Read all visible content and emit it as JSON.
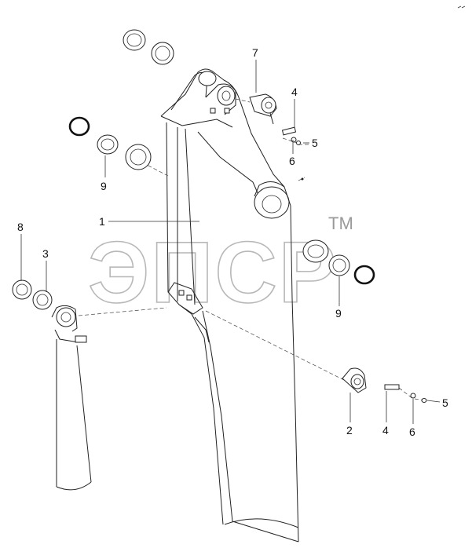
{
  "watermark": {
    "text": "ЭПСР",
    "trademark": "TM"
  },
  "labels": [
    {
      "id": "label-7-top",
      "text": "7"
    },
    {
      "id": "label-4-top",
      "text": "4"
    },
    {
      "id": "label-5-top",
      "text": "5"
    },
    {
      "id": "label-6-top",
      "text": "6"
    },
    {
      "id": "label-9-left",
      "text": "9"
    },
    {
      "id": "label-1",
      "text": "1"
    },
    {
      "id": "label-8",
      "text": "8"
    },
    {
      "id": "label-3",
      "text": "3"
    },
    {
      "id": "label-9-right",
      "text": "9"
    },
    {
      "id": "label-2",
      "text": "2"
    },
    {
      "id": "label-4-bottom",
      "text": "4"
    },
    {
      "id": "label-6-bottom",
      "text": "6"
    },
    {
      "id": "label-5-bottom",
      "text": "5"
    }
  ]
}
